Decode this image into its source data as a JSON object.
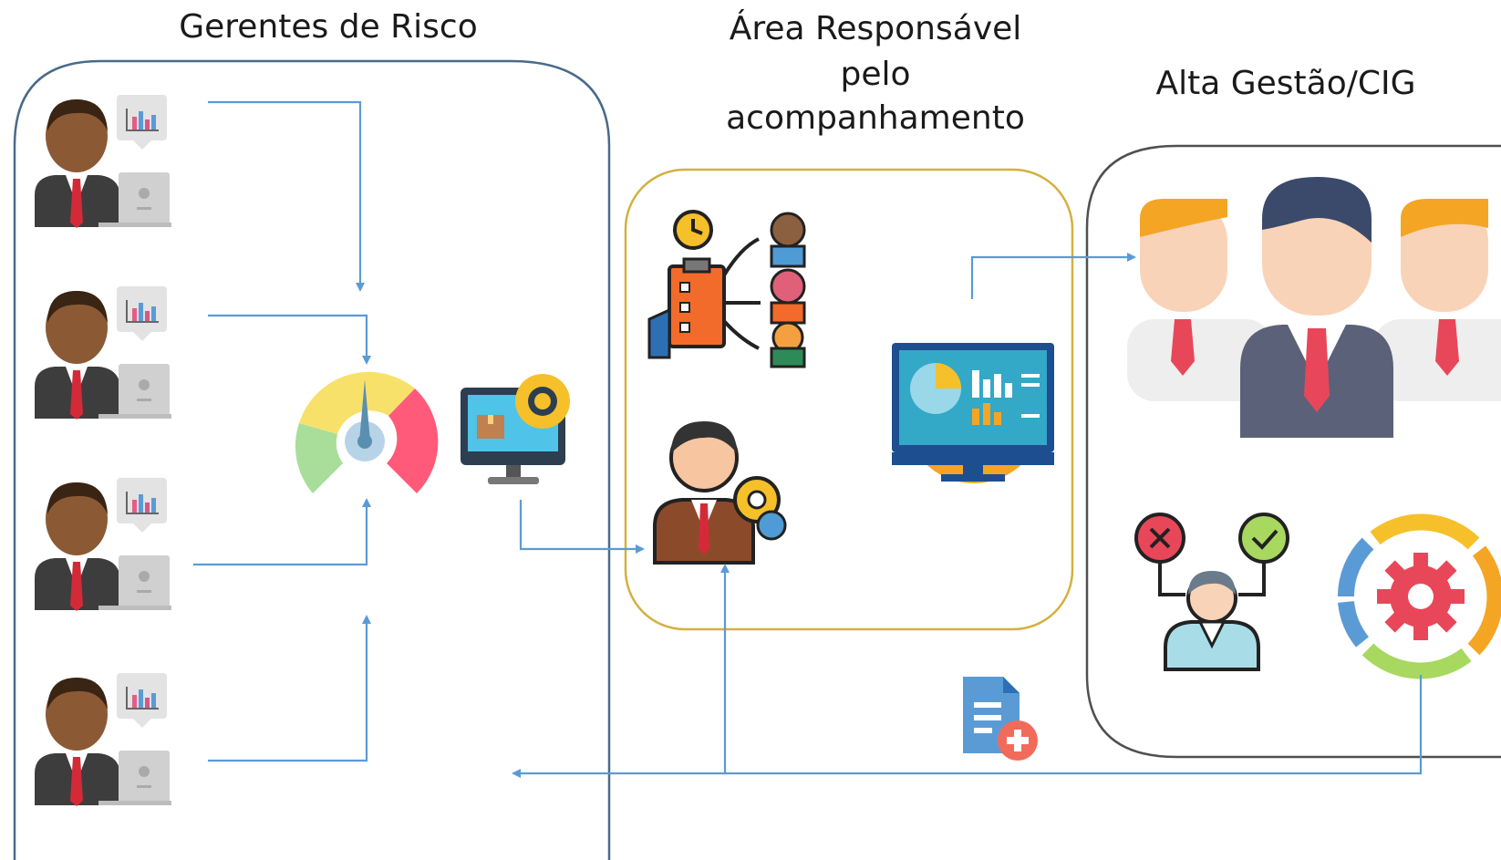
{
  "titles": {
    "risk_managers": "Gerentes de Risco",
    "monitoring_area_line1": "Área Responsável",
    "monitoring_area_line2": "pelo",
    "monitoring_area_line3": "acompanhamento",
    "top_management": "Alta Gestão/CIG"
  },
  "colors": {
    "arrow": "#5b9bd5",
    "box_left": "#4a6a8a",
    "box_middle": "#d4b040",
    "box_right": "#505050"
  },
  "icons": {
    "managers": [
      "manager-with-report-icon",
      "manager-with-report-icon",
      "manager-with-report-icon",
      "manager-with-report-icon"
    ],
    "gauge": "risk-gauge-icon",
    "monitor_gear": "computer-settings-icon",
    "delegation": "task-delegation-icon",
    "businessman": "businessman-gears-icon",
    "dashboard": "dashboard-monitor-icon",
    "executives": "executive-team-icon",
    "decision": "decision-person-icon",
    "cycle": "process-cycle-icon",
    "report": "add-document-icon"
  }
}
